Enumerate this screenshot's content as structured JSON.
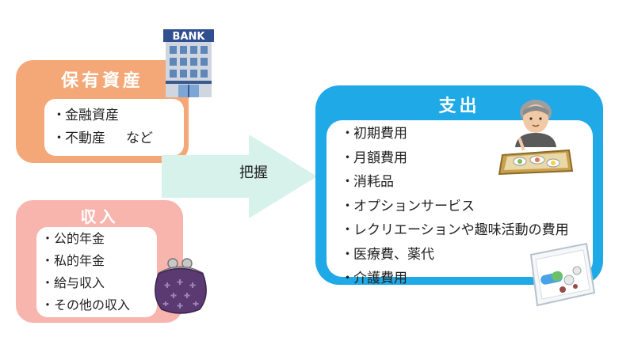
{
  "assets": {
    "title": "保有資産",
    "items": [
      "金融資産",
      "不動産"
    ],
    "etc": "など"
  },
  "income": {
    "title": "収入",
    "items": [
      "公的年金",
      "私的年金",
      "給与収入",
      "その他の収入"
    ]
  },
  "arrow": {
    "label": "把握"
  },
  "expenses": {
    "title": "支出",
    "items": [
      "初期費用",
      "月額費用",
      "消耗品",
      "オプションサービス",
      "レクリエーションや趣味活動の費用",
      "医療費、薬代",
      "介護費用"
    ]
  },
  "bank_sign": "BANK",
  "bullet": "・",
  "colors": {
    "assets": "#f4a878",
    "income": "#f8b5ae",
    "expenses": "#1fa9e6",
    "arrow": "#d7f2ea"
  },
  "icons": [
    "bank-building-icon",
    "coin-purse-icon",
    "elderly-man-meal-icon",
    "medicine-packet-icon"
  ]
}
